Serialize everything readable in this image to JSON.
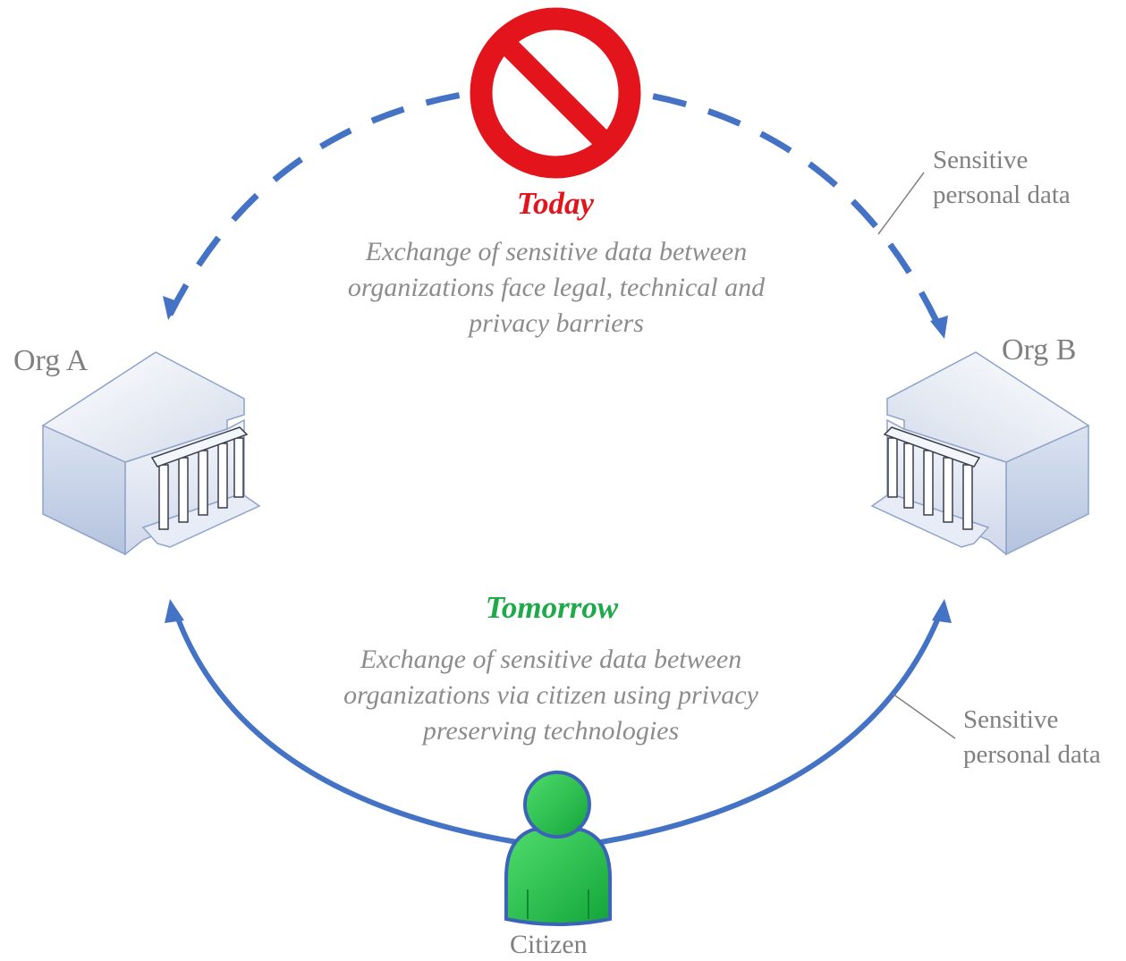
{
  "today": {
    "heading": "Today",
    "heading_color": "#e3141b",
    "description_lines": [
      "Exchange of sensitive data between",
      "organizations face legal, technical and",
      "privacy barriers"
    ],
    "flow_style": "dashed",
    "blocked_icon": "prohibition-icon"
  },
  "tomorrow": {
    "heading": "Tomorrow",
    "heading_color": "#1faa4a",
    "description_lines": [
      "Exchange of sensitive data between",
      "organizations via citizen using privacy",
      "preserving technologies"
    ],
    "flow_style": "solid"
  },
  "nodes": {
    "org_a": {
      "label": "Org A",
      "icon": "bank-building-icon"
    },
    "org_b": {
      "label": "Org B",
      "icon": "bank-building-icon"
    },
    "citizen": {
      "label": "Citizen",
      "icon": "person-icon",
      "color": "#1fb14a"
    }
  },
  "callouts": {
    "top": {
      "lines": [
        "Sensitive",
        "personal data"
      ]
    },
    "bottom": {
      "lines": [
        "Sensitive",
        "personal data"
      ]
    }
  },
  "colors": {
    "arrow": "#4472c4",
    "prohibition": "#e3141b",
    "label": "#808080",
    "description": "#8c8c8c"
  }
}
